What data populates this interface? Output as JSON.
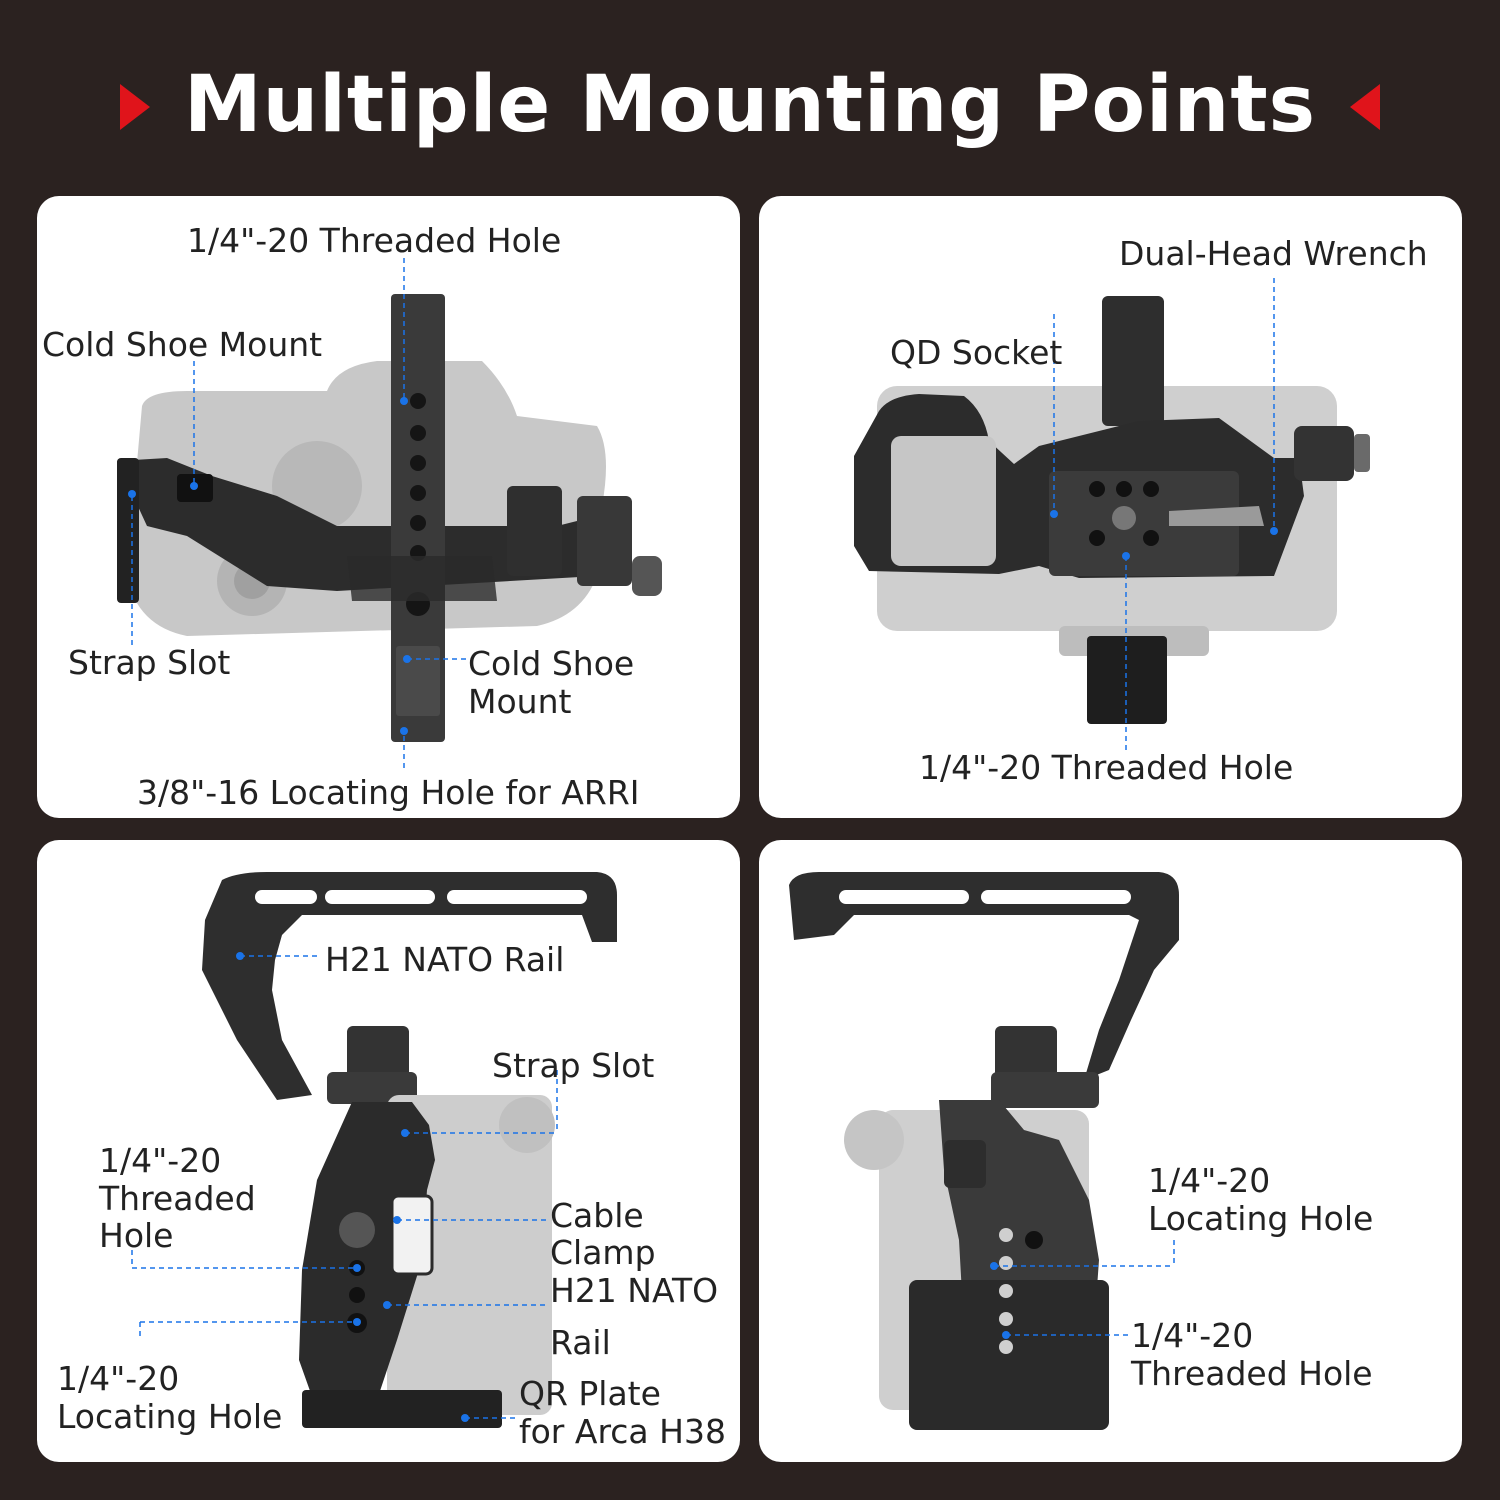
{
  "title": "Multiple Mounting Points",
  "colors": {
    "background": "#2b2220",
    "accent": "#e0141b",
    "leader": "#1a73e8",
    "panel": "#ffffff"
  },
  "panels": [
    {
      "labels": [
        "1/4\"-20 Threaded Hole",
        "Cold Shoe Mount",
        "Strap Slot",
        "Cold Shoe",
        "Mount",
        "3/8\"-16 Locating Hole for ARRI"
      ]
    },
    {
      "labels": [
        "Dual-Head Wrench",
        "QD Socket",
        "1/4\"-20 Threaded Hole"
      ]
    },
    {
      "labels": [
        "H21 NATO Rail",
        "Strap Slot",
        "1/4\"-20",
        "Threaded",
        "Hole",
        "Cable",
        "Clamp",
        "H21 NATO",
        "Rail",
        "1/4\"-20",
        "Locating Hole",
        "QR Plate",
        "for Arca H38"
      ]
    },
    {
      "labels": [
        "1/4\"-20",
        "Locating Hole",
        "1/4\"-20",
        "Threaded Hole"
      ]
    }
  ]
}
